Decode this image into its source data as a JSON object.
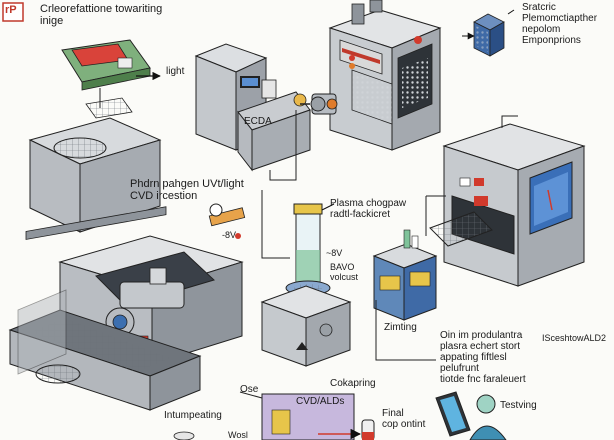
{
  "header": {
    "logo_text": "rP",
    "title": "Crleorefattione towariting\ninige"
  },
  "labels": {
    "light": "light",
    "ecda": "ECDA",
    "photo": "Phdrn pahgen  UVt/light\nCVD  ircestion",
    "top_right": "Sratcric\nPlemomctiapther\nnepolom\nEmponprions",
    "plasma": "Plasma chogpaw\nradtl-fackicret",
    "bavo": "BAVO\nvolcust",
    "dim_a": "~8V",
    "dim_b": "-8V",
    "zimting": "Zimting",
    "process": "Oin im produlantra\nplasra echert stort\nappating fiftlesl\npelufrunt\ntiotde fnc faraleuert",
    "iscestion": "ISceshtowALD2",
    "ose": "Ose",
    "cokapring": "Cokapring",
    "intumpeating": "Intumpeating",
    "cvd_box": "CVD/ALDs",
    "final": "Final\ncop ontint",
    "testving": "Testving",
    "mwheel": "Wosl"
  },
  "colors": {
    "machine_body": "#c9ccd0",
    "machine_dark": "#8e949b",
    "accent_red": "#d13a2c",
    "accent_blue": "#3c6fb0",
    "accent_green": "#4c9a55",
    "purple_box": "#c7b8dd"
  }
}
